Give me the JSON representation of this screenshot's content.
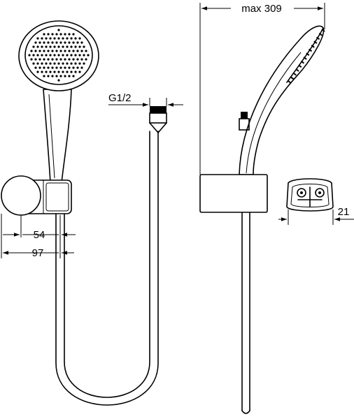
{
  "dimensions": {
    "width_54": "54",
    "width_97": "97",
    "thread": "G1/2",
    "max_length": "max 309",
    "bracket_21": "21"
  }
}
